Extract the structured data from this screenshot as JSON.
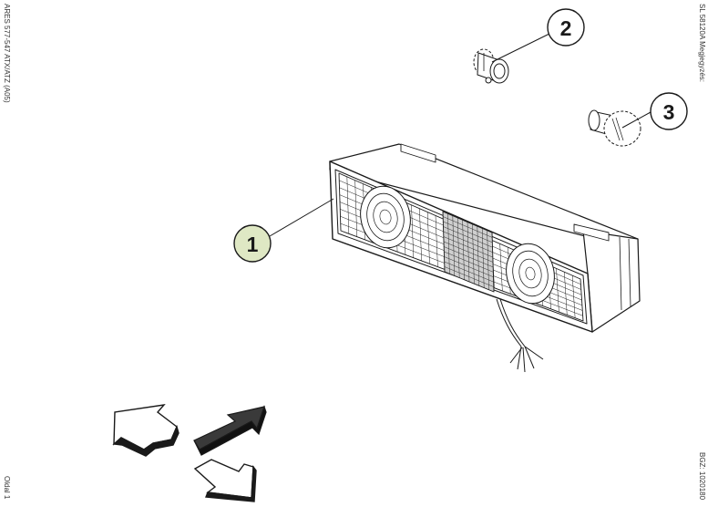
{
  "margin_text": {
    "left_top": "ARES 577-547 ATX/ATZ (A05)",
    "left_bottom": "Oldal 1",
    "right_top": "SL 58120A  Megjegyzés:",
    "right_bottom": "BGZ: 1020180"
  },
  "callouts": [
    {
      "label": "1",
      "part": "rear-lamp-assembly",
      "fill": "#dfe8c4"
    },
    {
      "label": "2",
      "part": "bulb-socket",
      "fill": "#ffffff"
    },
    {
      "label": "3",
      "part": "bulb",
      "fill": "#ffffff"
    }
  ],
  "colors": {
    "line": "#1a1a1a",
    "highlight": "#dfe8c4",
    "background": "#ffffff"
  },
  "icons": [
    "outline-arrow-upleft",
    "solid-arrow-upright",
    "outline-arrow-downright"
  ]
}
